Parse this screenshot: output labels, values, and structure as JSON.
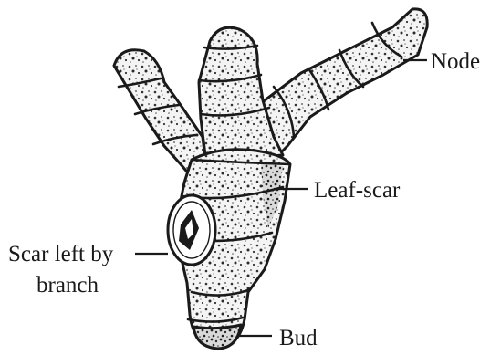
{
  "labels": {
    "node": "Node",
    "leaf_scar": "Leaf-scar",
    "scar_line1": "Scar left by",
    "scar_line2": "branch",
    "bud": "Bud"
  },
  "colors": {
    "ink": "#1a1a1a",
    "tissue": "#f4f4f4",
    "background": "#ffffff"
  }
}
